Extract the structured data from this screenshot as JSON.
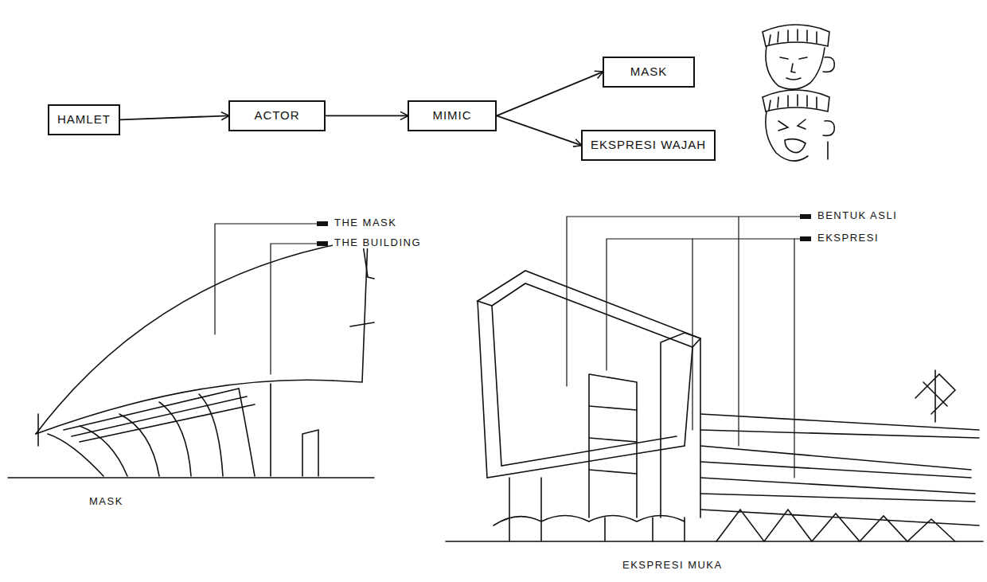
{
  "diagram": {
    "nodes": [
      {
        "text": [
          "HAMLET"
        ]
      },
      {
        "text": [
          "ACTOR"
        ]
      },
      {
        "text": [
          "MIMIC"
        ]
      },
      {
        "text": [
          "MASK"
        ]
      },
      {
        "text": [
          "EKSPRESI WAJAH"
        ]
      }
    ],
    "edges": [
      {
        "from": 0,
        "to": 1,
        "arrow": "to"
      },
      {
        "from": 1,
        "to": 2,
        "arrow": "to"
      },
      {
        "from": 2,
        "to": 3,
        "arrow": "to"
      },
      {
        "from": 2,
        "to": 4,
        "arrow": "to"
      }
    ],
    "labels": [
      "THE MASK",
      "THE BUILDING",
      "BENTUK ASLI",
      "EKSPRESI",
      "MASK",
      "EKSPRESI MUKA"
    ]
  }
}
